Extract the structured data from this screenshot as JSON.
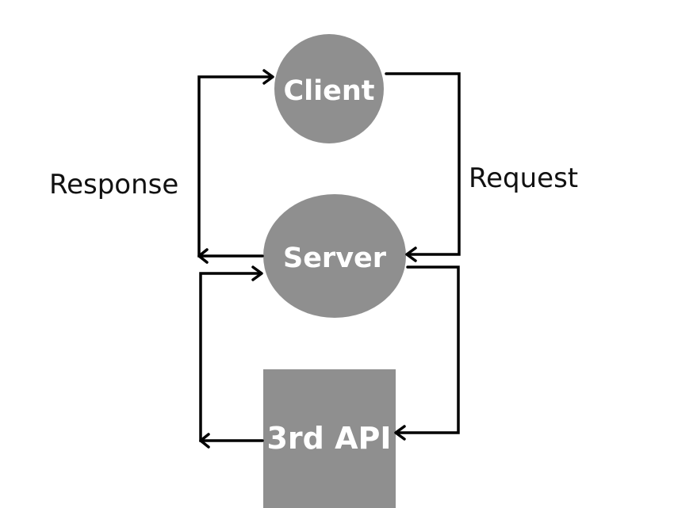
{
  "diagram": {
    "colors": {
      "node_fill": "#8f8f8f",
      "node_text": "#ffffff",
      "edge_stroke": "#000000",
      "label_text": "#111111",
      "background": "#ffffff"
    },
    "nodes": {
      "client": {
        "label": "Client",
        "shape": "circle"
      },
      "server": {
        "label": "Server",
        "shape": "ellipse"
      },
      "api": {
        "label": "3rd API",
        "shape": "rectangle"
      }
    },
    "edges": {
      "request": {
        "label": "Request",
        "from": "client",
        "to": "server"
      },
      "response": {
        "label": "Response",
        "from": "server",
        "to": "client"
      },
      "server_to_api": {
        "label": "",
        "from": "server",
        "to": "api"
      },
      "api_to_server": {
        "label": "",
        "from": "api",
        "to": "server"
      }
    }
  }
}
